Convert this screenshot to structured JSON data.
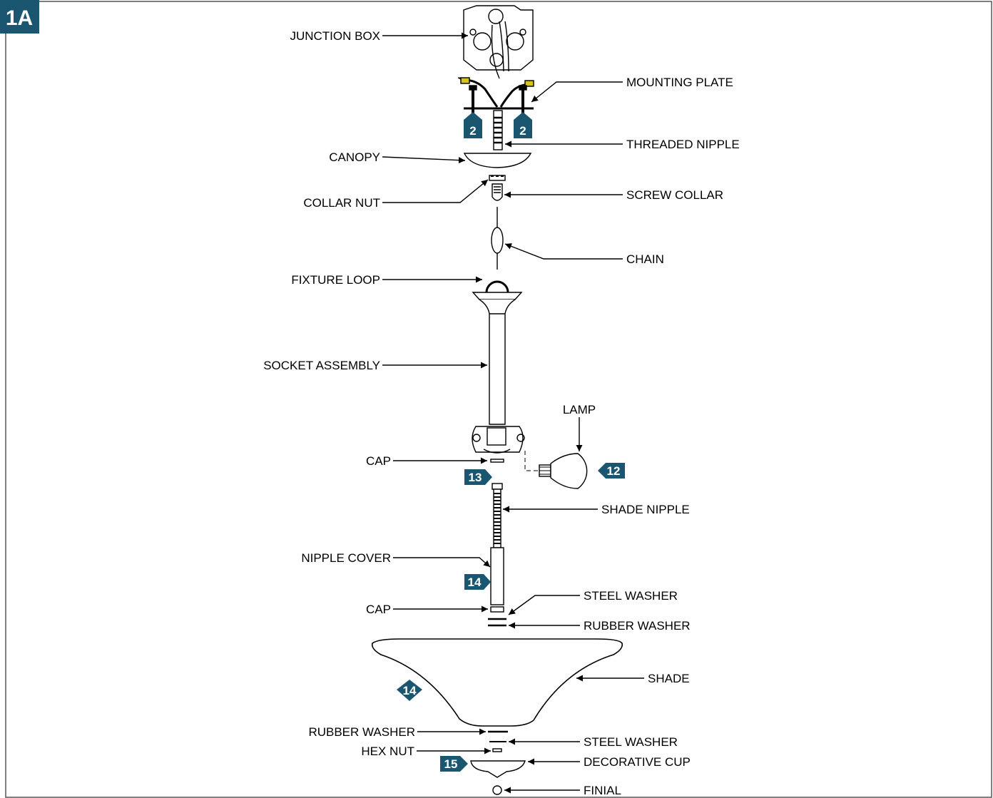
{
  "figure_id": "1A",
  "accent": "#1a5670",
  "labels": {
    "junction_box": "JUNCTION BOX",
    "mounting_plate": "MOUNTING PLATE",
    "threaded_nipple": "THREADED NIPPLE",
    "canopy": "CANOPY",
    "collar_nut": "COLLAR NUT",
    "screw_collar": "SCREW COLLAR",
    "chain": "CHAIN",
    "fixture_loop": "FIXTURE LOOP",
    "socket_assembly": "SOCKET ASSEMBLY",
    "lamp": "LAMP",
    "cap_top": "CAP",
    "shade_nipple": "SHADE NIPPLE",
    "nipple_cover": "NIPPLE COVER",
    "cap_lower": "CAP",
    "steel_washer_top": "STEEL WASHER",
    "rubber_washer_top": "RUBBER WASHER",
    "shade": "SHADE",
    "rubber_washer_bottom": "RUBBER WASHER",
    "steel_washer_bottom": "STEEL WASHER",
    "hex_nut": "HEX NUT",
    "decorative_cup": "DECORATIVE CUP",
    "finial": "FINIAL"
  },
  "steps": {
    "mounting_screw_left": "2",
    "mounting_screw_right": "2",
    "lamp": "12",
    "cap": "13",
    "nipple_cover": "14",
    "shade": "14",
    "decorative_cup": "15"
  }
}
